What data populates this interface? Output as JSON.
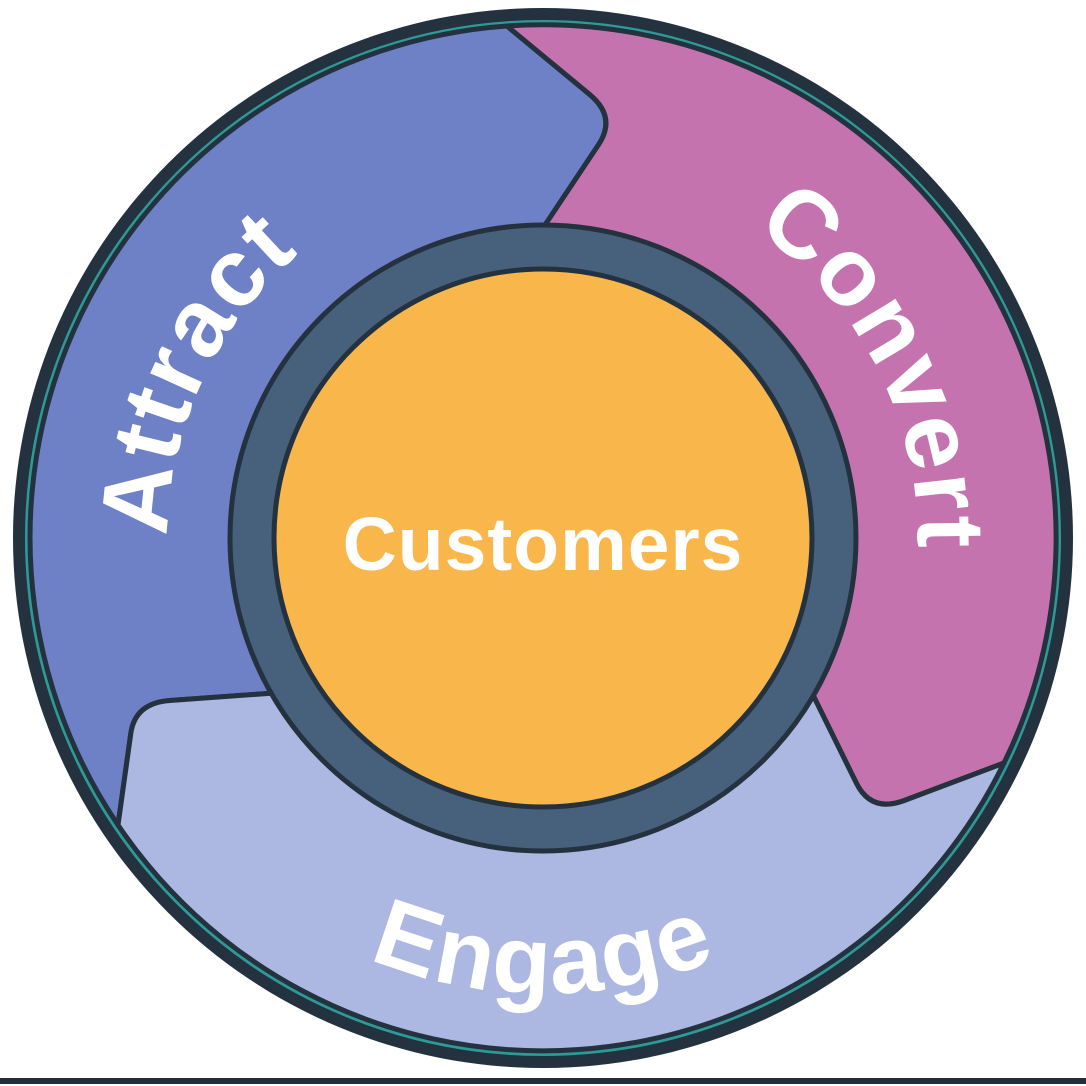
{
  "diagram": {
    "type": "flywheel",
    "flow_direction": "clockwise",
    "center": {
      "label": "Customers",
      "fill": "#F8B64B",
      "text_color": "#FFFFFF"
    },
    "segments": [
      {
        "label": "Attract",
        "fill": "#6E80C6",
        "position": "top-left"
      },
      {
        "label": "Convert",
        "fill": "#C573AE",
        "position": "right"
      },
      {
        "label": "Engage",
        "fill": "#ACB7E2",
        "position": "bottom"
      }
    ],
    "rings": {
      "outer_border": "#24323F",
      "inner_ring": "#47617D",
      "teal_accent": "#2E9A96"
    },
    "label_text_color": "#FFFFFF",
    "background": "#FFFFFF",
    "bottom_bar_color": "#222E3A"
  }
}
